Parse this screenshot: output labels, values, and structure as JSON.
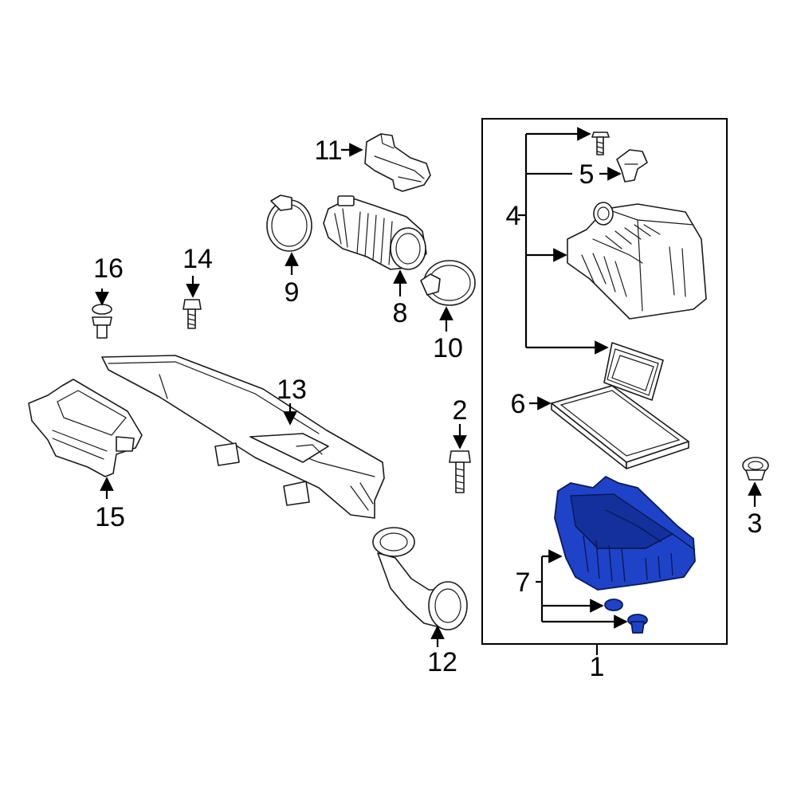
{
  "diagram": {
    "highlight_color": "#1f43c8",
    "callouts": {
      "c1": "1",
      "c2": "2",
      "c3": "3",
      "c4": "4",
      "c5": "5",
      "c6": "6",
      "c7": "7",
      "c8": "8",
      "c9": "9",
      "c10": "10",
      "c11": "11",
      "c12": "12",
      "c13": "13",
      "c14": "14",
      "c15": "15",
      "c16": "16"
    }
  }
}
